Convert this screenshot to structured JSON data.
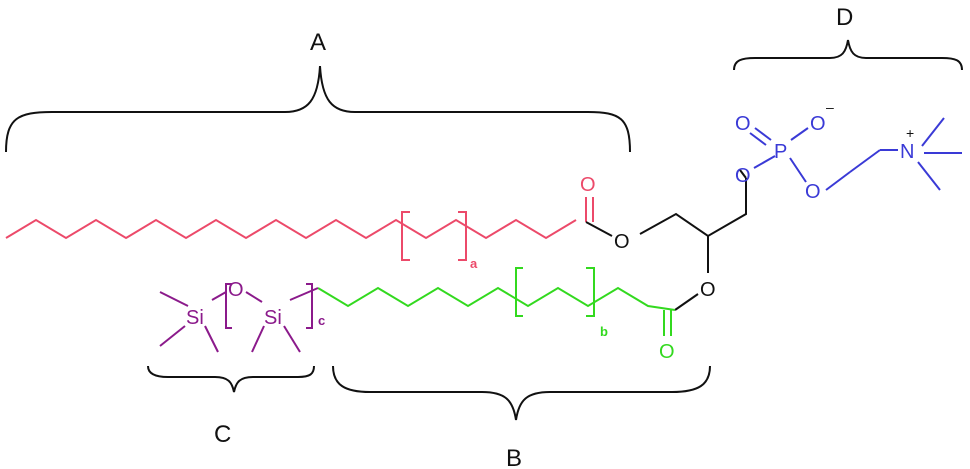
{
  "colors": {
    "chain_a": "#ec4a6a",
    "chain_b": "#33d91f",
    "siloxane_c": "#8b1a8b",
    "headgroup_d": "#3a3ad6",
    "backbone": "#111111"
  },
  "region_labels": {
    "a": "A",
    "b": "B",
    "c": "C",
    "d": "D"
  },
  "atoms": {
    "ester_o_top": "O",
    "carbonyl_o_top": "O",
    "ester_o_bottom": "O",
    "carbonyl_o_bottom": "O",
    "silicon_left": "Si",
    "siloxane_o": "O",
    "silicon_right": "Si",
    "phosphate_o_glycerol": "O",
    "phosphorus": "P",
    "phosphate_o_double": "O",
    "phosphate_o_minus": "O",
    "phosphate_o_ethyl": "O",
    "nitrogen": "N"
  },
  "charges": {
    "phosphate": "–",
    "ammonium": "+"
  },
  "repeat_subscripts": {
    "a": "a",
    "b": "b",
    "c": "c"
  }
}
